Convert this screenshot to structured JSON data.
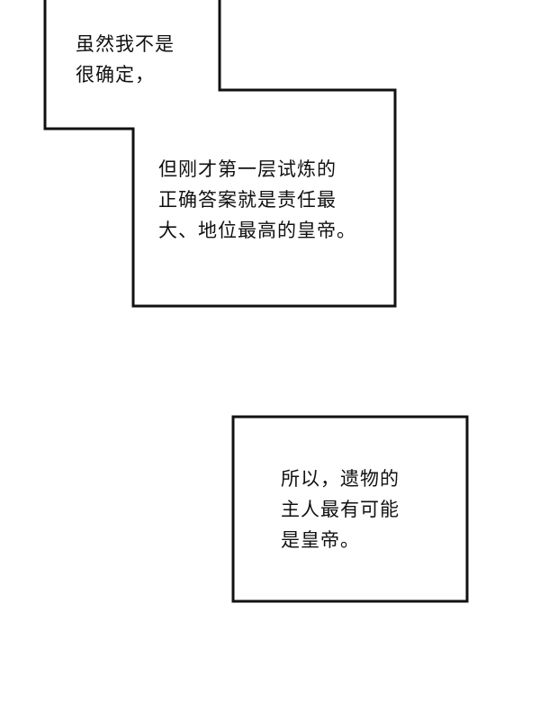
{
  "panel": {
    "box1": {
      "lines": [
        "虽然我不是",
        "很确定，"
      ]
    },
    "box2": {
      "lines": [
        "但刚才第一层试炼的",
        "正确答案就是责任最",
        "大、地位最高的皇帝。"
      ]
    },
    "box3": {
      "lines": [
        "所以，遗物的",
        "主人最有可能",
        "是皇帝。"
      ]
    }
  },
  "colors": {
    "border": "#111111",
    "background": "#ffffff"
  }
}
